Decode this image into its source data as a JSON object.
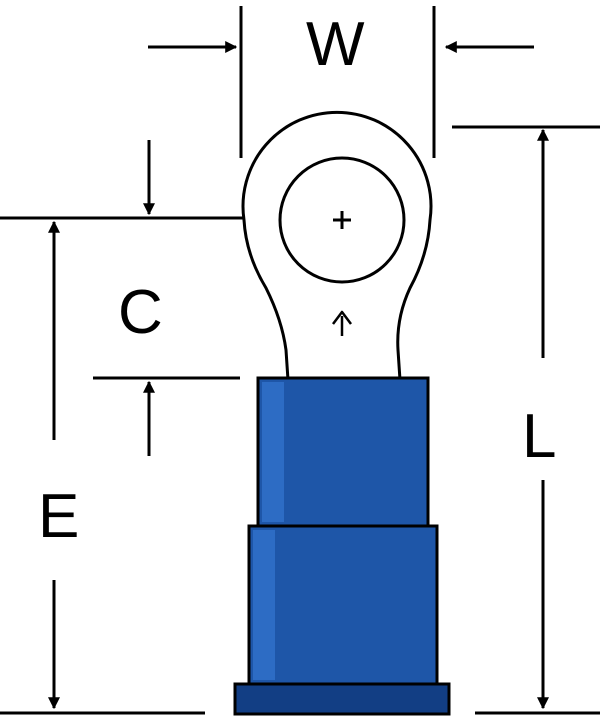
{
  "diagram": {
    "labels": {
      "width": "W",
      "center": "C",
      "length": "L",
      "extension": "E"
    },
    "colors": {
      "insulation_fill": "#1e56a8",
      "insulation_shadow": "#123e84",
      "insulation_highlight": "#2d6cc4",
      "outline": "#000000",
      "background": "#ffffff"
    },
    "icons": {
      "stud_center": "plus-icon",
      "seam_mark": "up-arrow-icon"
    }
  }
}
